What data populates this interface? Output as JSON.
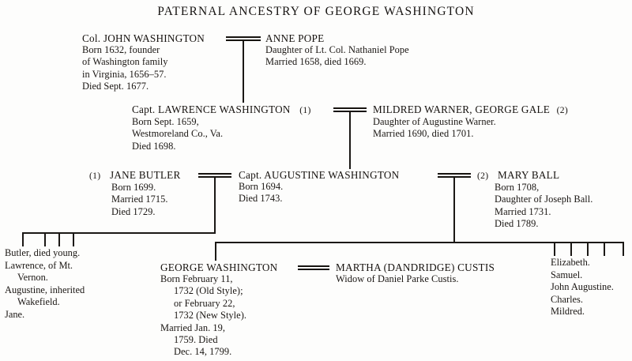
{
  "title": "PATERNAL ANCESTRY OF GEORGE WASHINGTON",
  "people": {
    "john_washington": {
      "name": "Col. JOHN WASHINGTON",
      "line1": "Born 1632, founder",
      "line2": "of Washington family",
      "line3": "in Virginia, 1656–57.",
      "line4": "Died Sept. 1677."
    },
    "anne_pope": {
      "name": "ANNE POPE",
      "line1": "Daughter of Lt. Col. Nathaniel Pope",
      "line2": "Married 1658, died 1669."
    },
    "lawrence_washington": {
      "ordinal": "(1)",
      "name": "Capt. LAWRENCE WASHINGTON",
      "line1": "Born Sept. 1659,",
      "line2": "Westmoreland Co., Va.",
      "line3": "Died 1698."
    },
    "mildred_warner": {
      "name": "MILDRED WARNER, GEORGE GALE",
      "ordinal": "(2)",
      "line1": "Daughter of Augustine Warner.",
      "line2": "Married 1690, died 1701."
    },
    "jane_butler": {
      "ordinal": "(1)",
      "name": "JANE BUTLER",
      "line1": "Born 1699.",
      "line2": "Married 1715.",
      "line3": "Died 1729."
    },
    "augustine_washington": {
      "name": "Capt. AUGUSTINE WASHINGTON",
      "line1": "Born 1694.",
      "line2": "Died 1743."
    },
    "mary_ball": {
      "ordinal": "(2)",
      "name": "MARY BALL",
      "line1": "Born 1708,",
      "line2": "Daughter of Joseph Ball.",
      "line3": "Married 1731.",
      "line4": "Died 1789."
    },
    "george_washington": {
      "name": "GEORGE WASHINGTON",
      "line1": "Born February 11,",
      "line2": "1732 (Old Style);",
      "line3": "or February 22,",
      "line4": "1732 (New Style).",
      "line5": "Married Jan. 19,",
      "line6": "1759.   Died",
      "line7": "Dec. 14, 1799."
    },
    "martha_custis": {
      "name": "MARTHA (DANDRIDGE) CUSTIS",
      "line1": "Widow of Daniel Parke Custis."
    }
  },
  "children_jane_butler": {
    "child1": "Butler, died young.",
    "child2": "Lawrence, of Mt.",
    "child2b": "Vernon.",
    "child3": "Augustine, inherited",
    "child3b": "Wakefield.",
    "child4": "Jane."
  },
  "children_mary_ball": {
    "child1": "Elizabeth.",
    "child2": "Samuel.",
    "child3": "John Augustine.",
    "child4": "Charles.",
    "child5": "Mildred."
  },
  "colors": {
    "ink": "#1b1815",
    "paper": "#fdfdfc"
  }
}
